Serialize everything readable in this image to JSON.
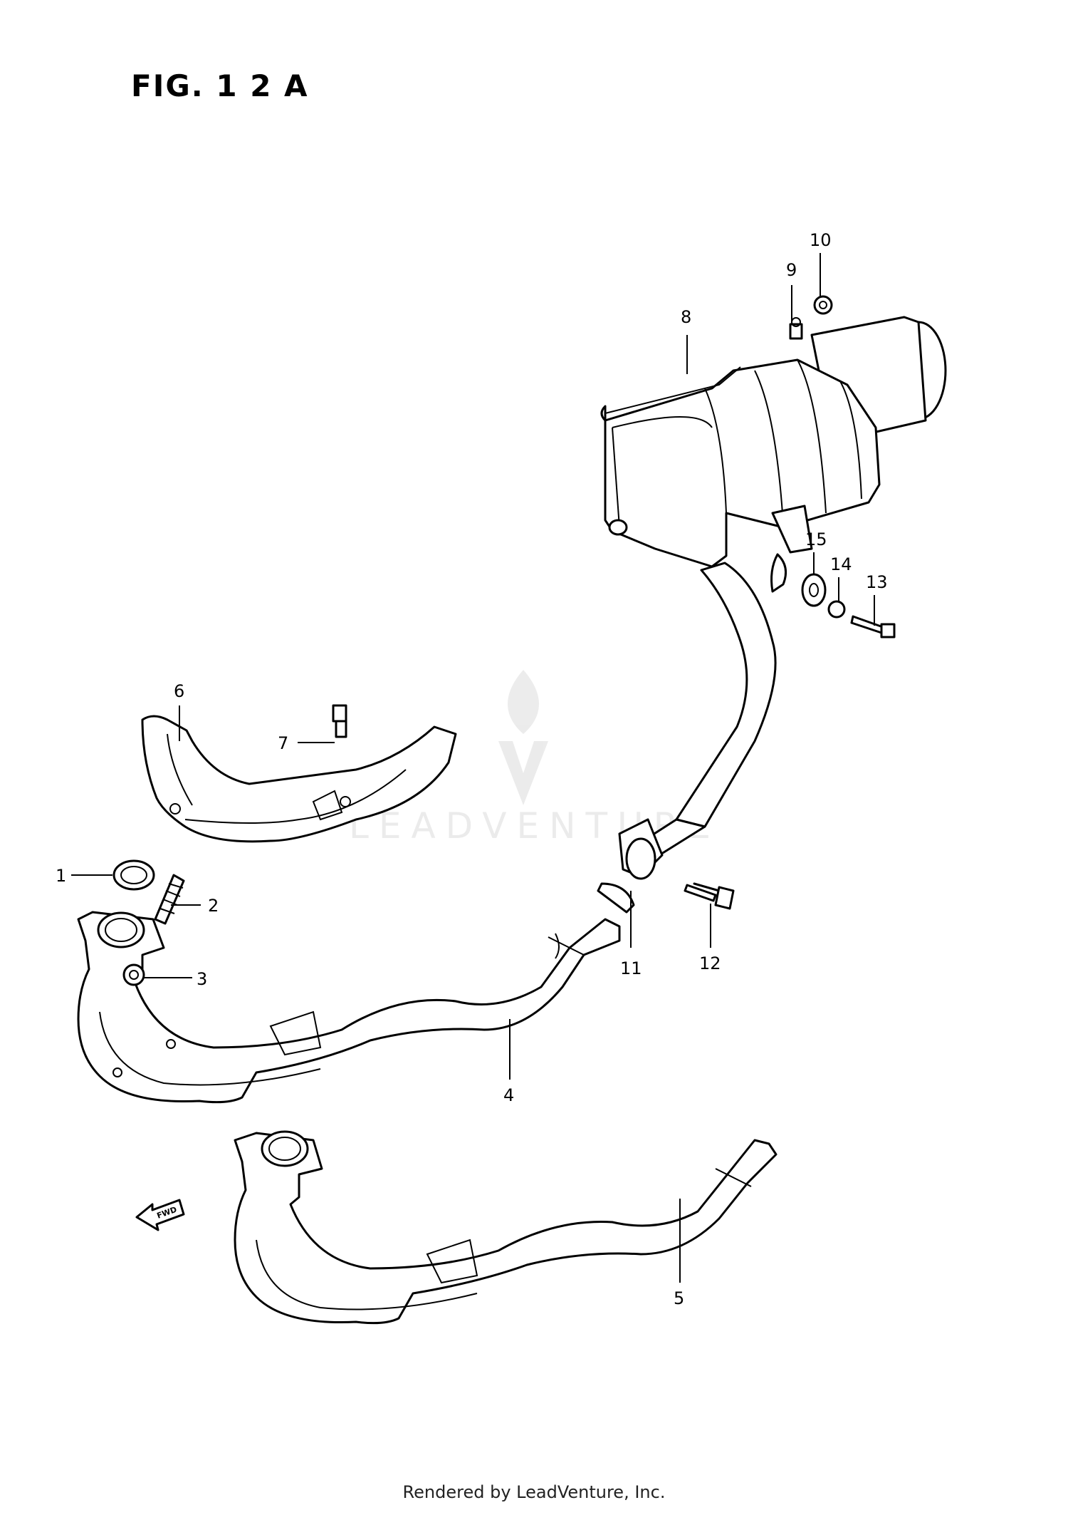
{
  "figure": {
    "title": "FIG. 1 2 A"
  },
  "callouts": [
    "1",
    "2",
    "3",
    "4",
    "5",
    "6",
    "7",
    "8",
    "9",
    "10",
    "11",
    "12",
    "13",
    "14",
    "15"
  ],
  "fwd_label": "FWD",
  "watermark": "LEADVENTURE",
  "footer": "Rendered by LeadVenture, Inc."
}
